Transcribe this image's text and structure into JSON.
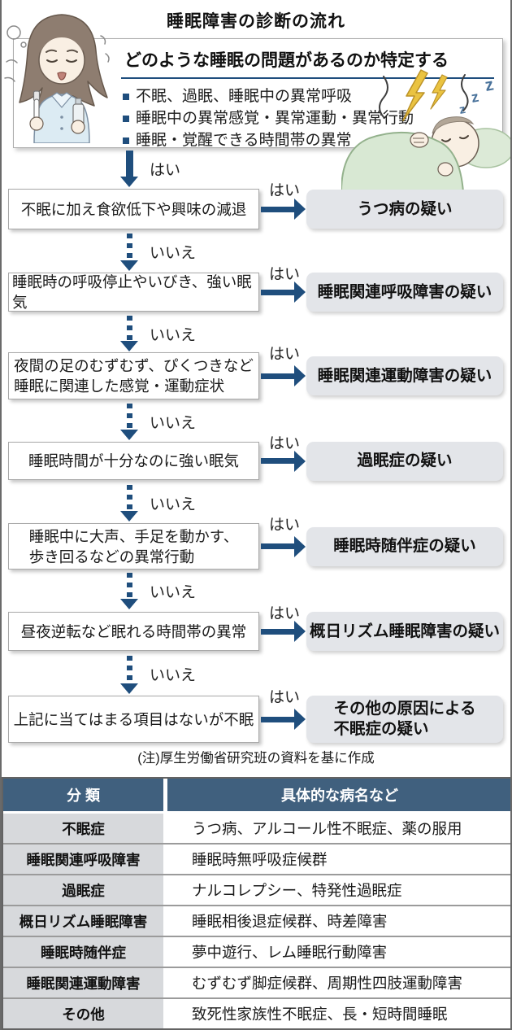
{
  "title": "睡眠障害の診断の流れ",
  "top_box": {
    "heading": "どのような睡眠の問題があるのか特定する",
    "bullets": [
      "不眠、過眠、睡眠中の異常呼吸",
      "睡眠中の異常感覚・異常運動・異常行動",
      "睡眠・覚醒できる時間帯の異常"
    ]
  },
  "labels": {
    "yes": "はい",
    "no": "いいえ"
  },
  "flow": [
    {
      "question": "不眠に加え食欲低下や興味の減退",
      "result": "うつ病の疑い"
    },
    {
      "question": "睡眠時の呼吸停止やいびき、強い眠気",
      "result": "睡眠関連呼吸障害の疑い"
    },
    {
      "question": "夜間の足のむずむず、ぴくつきなど\n睡眠に関連した感覚・運動症状",
      "result": "睡眠関連運動障害の疑い"
    },
    {
      "question": "睡眠時間が十分なのに強い眠気",
      "result": "過眠症の疑い"
    },
    {
      "question": "睡眠中に大声、手足を動かす、\n歩き回るなどの異常行動",
      "result": "睡眠時随伴症の疑い"
    },
    {
      "question": "昼夜逆転など眠れる時間帯の異常",
      "result": "概日リズム睡眠障害の疑い"
    },
    {
      "question": "上記に当てはまる項目はないが不眠",
      "result": "その他の原因による\n不眠症の疑い"
    }
  ],
  "note": "(注)厚生労働省研究班の資料を基に作成",
  "table": {
    "headers": [
      "分 類",
      "具体的な病名など"
    ],
    "rows": [
      [
        "不眠症",
        "うつ病、アルコール性不眠症、薬の服用"
      ],
      [
        "睡眠関連呼吸障害",
        "睡眠時無呼吸症候群"
      ],
      [
        "過眠症",
        "ナルコレプシー、特発性過眠症"
      ],
      [
        "概日リズム睡眠障害",
        "睡眠相後退症候群、時差障害"
      ],
      [
        "睡眠時随伴症",
        "夢中遊行、レム睡眠行動障害"
      ],
      [
        "睡眠関連運動障害",
        "むずむず脚症候群、周期性四肢運動障害"
      ],
      [
        "その他",
        "致死性家族性不眠症、長・短時間睡眠"
      ]
    ]
  },
  "illustrations": {
    "z1": "z",
    "z2": "z",
    "z3": "z"
  },
  "colors": {
    "accent_navy": "#1f4e7d",
    "result_box_bg": "#e3e5e9",
    "table_header_bg": "#40607e",
    "category_cell_bg": "#d7d9dc",
    "blanket_green": "#d8e8d3",
    "lightning_yellow": "#eac341",
    "pajama_blue": "#dcebf3"
  }
}
